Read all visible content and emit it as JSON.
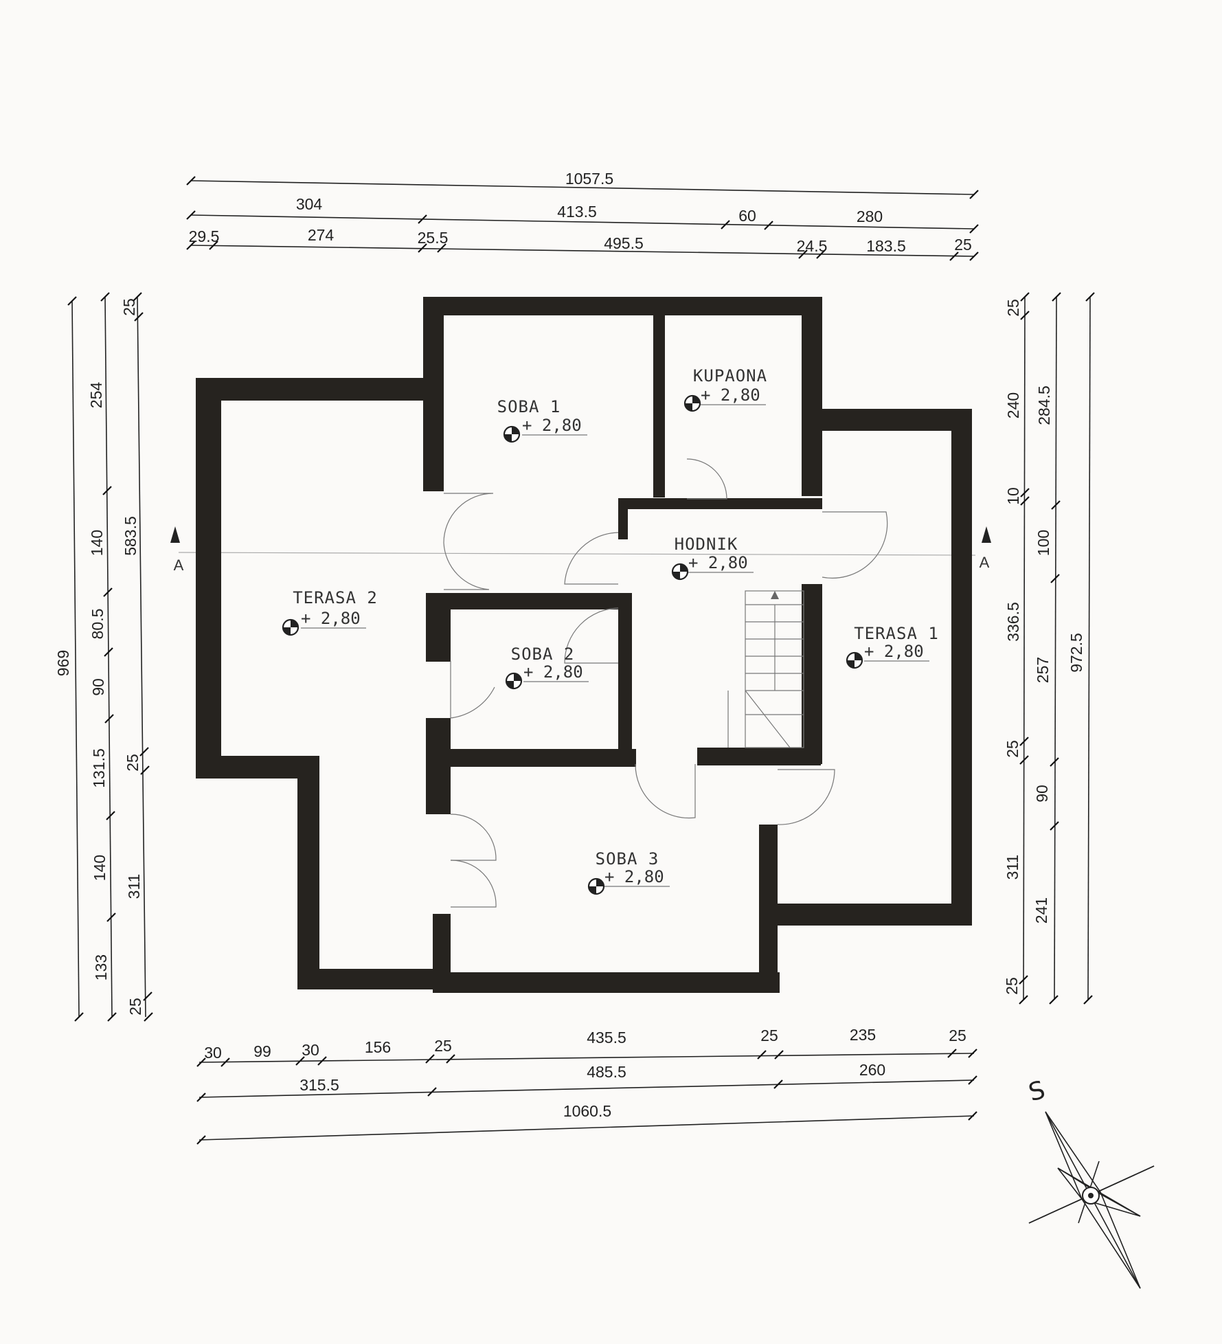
{
  "dimensions": {
    "top_total": "1057.5",
    "top_mid": [
      "304",
      "413.5",
      "60",
      "280"
    ],
    "top_inner": [
      "29.5",
      "274",
      "25.5",
      "495.5",
      "24.5",
      "183.5",
      "25"
    ],
    "bottom_inner": [
      "30",
      "99",
      "30",
      "156",
      "25",
      "435.5",
      "25",
      "235",
      "25"
    ],
    "bottom_mid": [
      "315.5",
      "485.5",
      "260"
    ],
    "bottom_total": "1060.5",
    "left_total": "969",
    "left_mid": [
      "254",
      "140",
      "80.5",
      "90",
      "131.5",
      "140",
      "133"
    ],
    "left_inner": [
      "25",
      "583.5",
      "25",
      "311",
      "25"
    ],
    "right_inner": [
      "25",
      "240",
      "10",
      "336.5",
      "25",
      "311",
      "25"
    ],
    "right_mid": [
      "284.5",
      "100",
      "257",
      "90",
      "241"
    ],
    "right_total": "972.5"
  },
  "rooms": [
    {
      "name": "SOBA 1",
      "level": "+ 2,80"
    },
    {
      "name": "KUPAONA",
      "level": "+ 2,80"
    },
    {
      "name": "HODNIK",
      "level": "+ 2,80"
    },
    {
      "name": "TERASA 2",
      "level": "+ 2,80"
    },
    {
      "name": "SOBA 2",
      "level": "+ 2,80"
    },
    {
      "name": "TERASA 1",
      "level": "+ 2,80"
    },
    {
      "name": "SOBA 3",
      "level": "+ 2,80"
    }
  ],
  "section_marks": [
    "A",
    "A"
  ],
  "compass": {
    "letter": "S"
  }
}
